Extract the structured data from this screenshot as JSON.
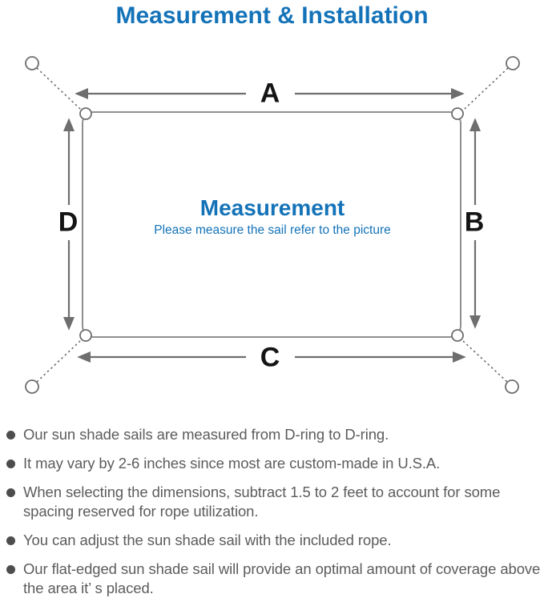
{
  "title": "Measurement & Installation",
  "diagram": {
    "labels": {
      "top": "A",
      "right": "B",
      "bottom": "C",
      "left": "D"
    },
    "center_title": "Measurement",
    "center_subtitle": "Please measure the sail refer to the picture"
  },
  "notes": [
    "Our sun shade sails are measured from D-ring to D-ring.",
    "It may vary by 2-6 inches since most are custom-made in U.S.A.",
    "When selecting the dimensions, subtract 1.5 to 2 feet to account for some spacing reserved for rope utilization.",
    "You can adjust the sun shade sail with the included rope.",
    "Our flat-edged sun shade sail will provide an optimal amount of coverage above the area it’ s placed."
  ],
  "colors": {
    "accent": "#1473b8",
    "line": "#6e6e6e",
    "outline": "#8f8f8f",
    "label": "#141414",
    "note": "#5c5c5c"
  }
}
